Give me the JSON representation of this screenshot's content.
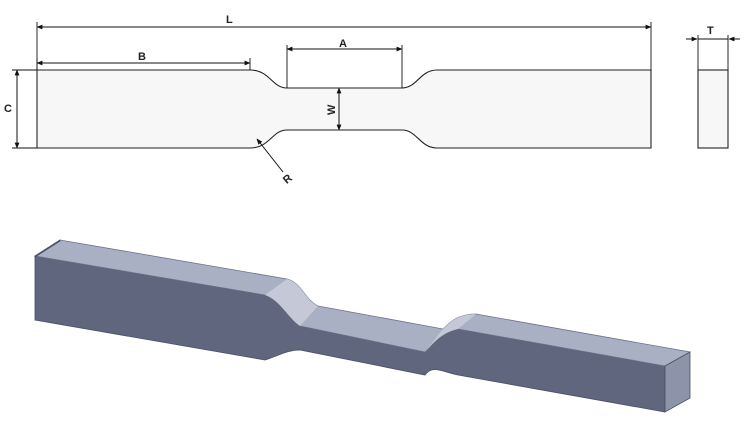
{
  "figure": {
    "labels": {
      "L": "L",
      "B": "B",
      "A": "A",
      "C": "C",
      "W": "W",
      "R": "R",
      "T": "T"
    },
    "colors": {
      "line": "#111111",
      "drawing_fill": "#f7f7f7",
      "solid_top": "#aab0c3",
      "solid_front": "#5f667d",
      "solid_end": "#8d93a8"
    },
    "views": [
      "top-view-2d",
      "end-view-2d",
      "isometric-3d"
    ]
  }
}
